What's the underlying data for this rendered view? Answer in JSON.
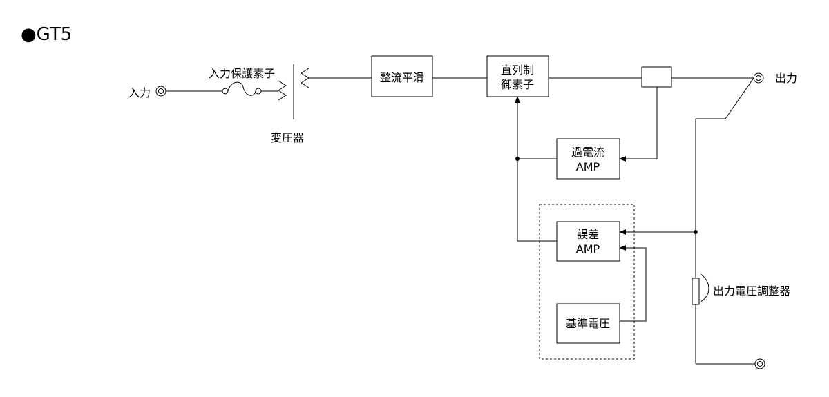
{
  "title": "●GT5",
  "labels": {
    "input": "入力",
    "input_protection": "入力保護素子",
    "transformer": "変圧器",
    "output": "出力",
    "output_adjuster": "出力電圧調整器"
  },
  "blocks": {
    "rectifier": "整流平滑",
    "series_control_line1": "直列制",
    "series_control_line2": "御素子",
    "overcurrent_line1": "過電流",
    "overcurrent_line2": "AMP",
    "error_amp_line1": "誤差",
    "error_amp_line2": "AMP",
    "reference": "基準電圧"
  }
}
